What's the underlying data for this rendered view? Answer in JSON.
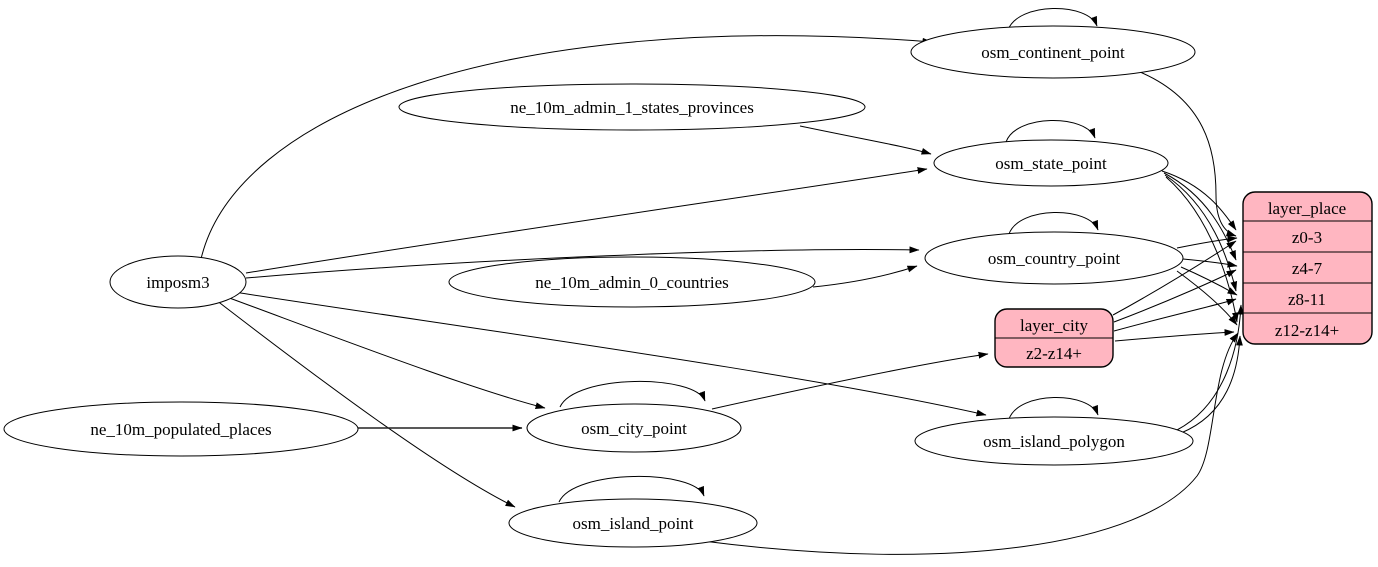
{
  "diagram": {
    "type": "graphviz-etl-flow",
    "colors": {
      "background": "#ffffff",
      "node_fill": "#ffffff",
      "record_fill": "#ffb6c1",
      "stroke": "#000000",
      "text": "#000000"
    },
    "nodes": {
      "imposm3": "imposm3",
      "admin1": "ne_10m_admin_1_states_provinces",
      "admin0": "ne_10m_admin_0_countries",
      "populated": "ne_10m_populated_places",
      "continent": "osm_continent_point",
      "state": "osm_state_point",
      "country": "osm_country_point",
      "city": "osm_city_point",
      "island_polygon": "osm_island_polygon",
      "island_point": "osm_island_point"
    },
    "records": {
      "layer_place": {
        "title": "layer_place",
        "rows": [
          "z0-3",
          "z4-7",
          "z8-11",
          "z12-z14+"
        ]
      },
      "layer_city": {
        "title": "layer_city",
        "rows": [
          "z2-z14+"
        ]
      }
    },
    "edges": [
      {
        "from": "imposm3",
        "to": "osm_continent_point"
      },
      {
        "from": "imposm3",
        "to": "osm_state_point"
      },
      {
        "from": "imposm3",
        "to": "osm_country_point"
      },
      {
        "from": "imposm3",
        "to": "osm_city_point"
      },
      {
        "from": "imposm3",
        "to": "osm_island_polygon"
      },
      {
        "from": "imposm3",
        "to": "osm_island_point"
      },
      {
        "from": "ne_10m_admin_1_states_provinces",
        "to": "osm_state_point"
      },
      {
        "from": "ne_10m_admin_0_countries",
        "to": "osm_country_point"
      },
      {
        "from": "ne_10m_populated_places",
        "to": "osm_city_point"
      },
      {
        "from": "osm_continent_point",
        "to": "osm_continent_point"
      },
      {
        "from": "osm_state_point",
        "to": "osm_state_point"
      },
      {
        "from": "osm_country_point",
        "to": "osm_country_point"
      },
      {
        "from": "osm_city_point",
        "to": "osm_city_point"
      },
      {
        "from": "osm_island_polygon",
        "to": "osm_island_polygon"
      },
      {
        "from": "osm_island_point",
        "to": "osm_island_point"
      },
      {
        "from": "osm_continent_point",
        "to": "layer_place:z0-3"
      },
      {
        "from": "osm_state_point",
        "to": "layer_place:z0-3"
      },
      {
        "from": "osm_state_point",
        "to": "layer_place:z4-7"
      },
      {
        "from": "osm_state_point",
        "to": "layer_place:z8-11"
      },
      {
        "from": "osm_state_point",
        "to": "layer_place:z12-z14+"
      },
      {
        "from": "osm_country_point",
        "to": "layer_place:z0-3"
      },
      {
        "from": "osm_country_point",
        "to": "layer_place:z4-7"
      },
      {
        "from": "osm_country_point",
        "to": "layer_place:z8-11"
      },
      {
        "from": "osm_country_point",
        "to": "layer_place:z12-z14+"
      },
      {
        "from": "osm_island_polygon",
        "to": "layer_place:z8-11"
      },
      {
        "from": "osm_island_polygon",
        "to": "layer_place:z12-z14+"
      },
      {
        "from": "osm_island_point",
        "to": "layer_place:z12-z14+"
      },
      {
        "from": "osm_city_point",
        "to": "layer_city:z2-z14+"
      },
      {
        "from": "layer_city",
        "to": "layer_place:z0-3"
      },
      {
        "from": "layer_city",
        "to": "layer_place:z4-7"
      },
      {
        "from": "layer_city",
        "to": "layer_place:z8-11"
      },
      {
        "from": "layer_city",
        "to": "layer_place:z12-z14+"
      }
    ]
  }
}
